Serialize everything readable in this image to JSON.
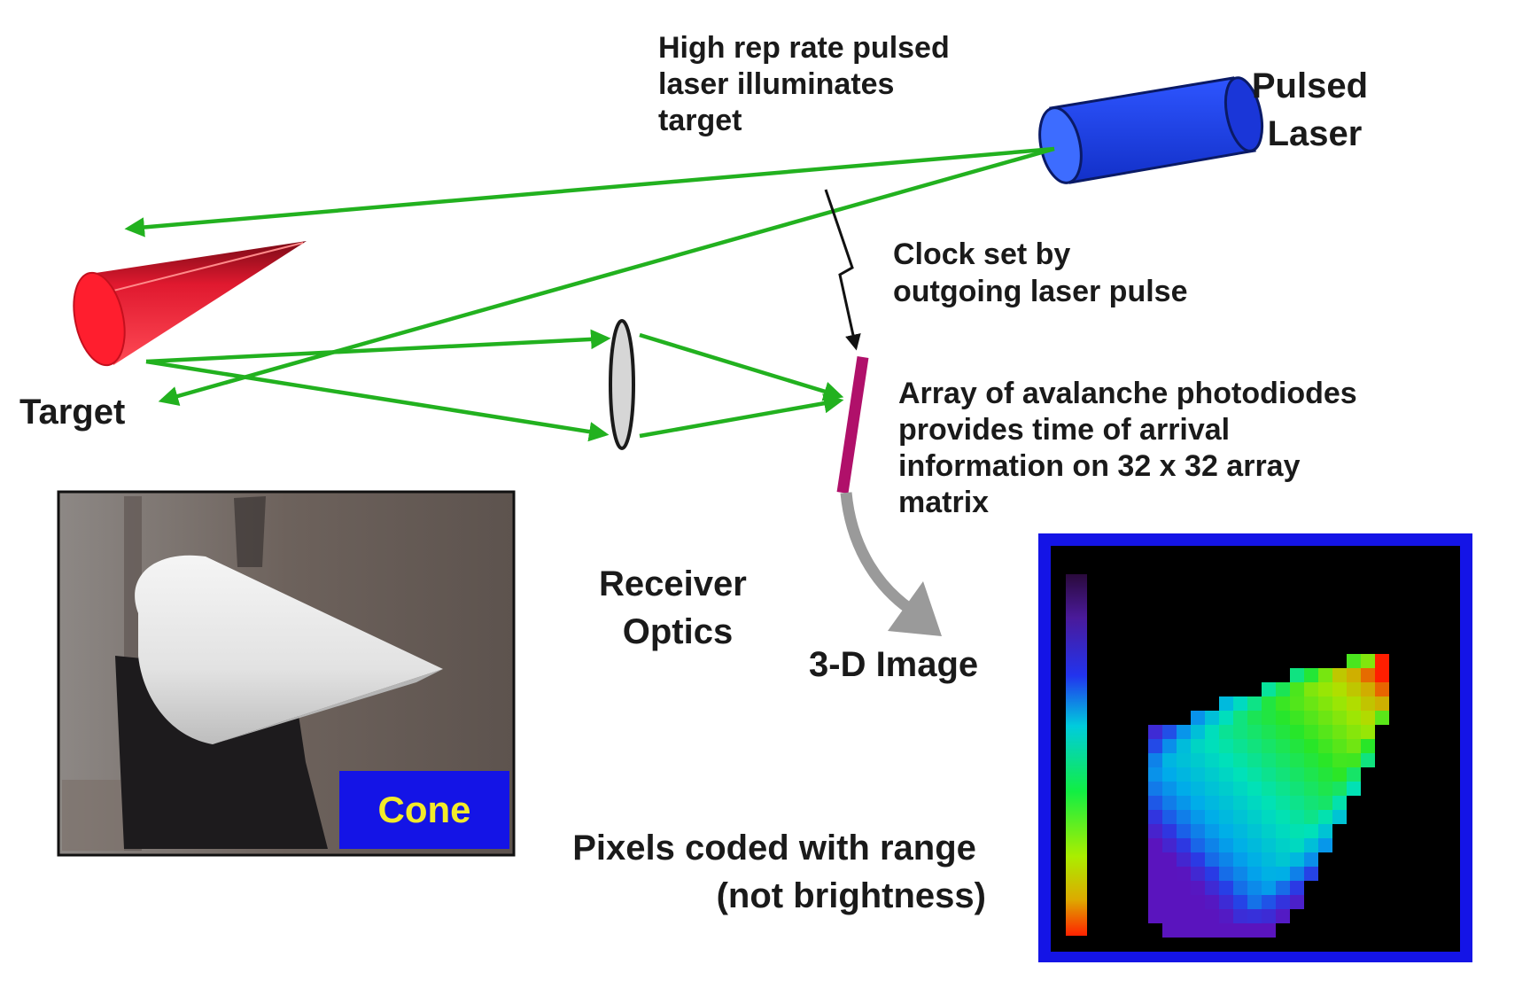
{
  "labels": {
    "laser_note": [
      "High rep rate pulsed",
      "laser illuminates",
      "target"
    ],
    "pulsed_laser": [
      "Pulsed",
      "Laser"
    ],
    "clock_note": [
      "Clock set by",
      "outgoing laser pulse"
    ],
    "array_note": [
      "Array of avalanche photodiodes",
      "provides time of arrival",
      "information on 32 x 32 array",
      "matrix"
    ],
    "target": "Target",
    "receiver_optics": [
      "Receiver",
      "Optics"
    ],
    "image_3d": "3-D Image",
    "pixels_note": [
      "Pixels coded with range",
      "(not brightness)"
    ],
    "cone_tag": "Cone"
  },
  "icons": {
    "laser": "cylinder-laser-icon",
    "target": "red-cone-icon",
    "lens": "lens-icon",
    "detector": "photodiode-array-icon",
    "clock": "lightning-bolt-icon"
  },
  "colors": {
    "beam": "#22b11f",
    "laser_body": "#1b3ee6",
    "target_cone": "#e8142a",
    "detector": "#b0106a",
    "output_arrow": "#9a9a9a",
    "frame_blue": "#1414e6",
    "cone_tag_bg": "#1414e6",
    "cone_tag_text": "#f2ea2a"
  }
}
